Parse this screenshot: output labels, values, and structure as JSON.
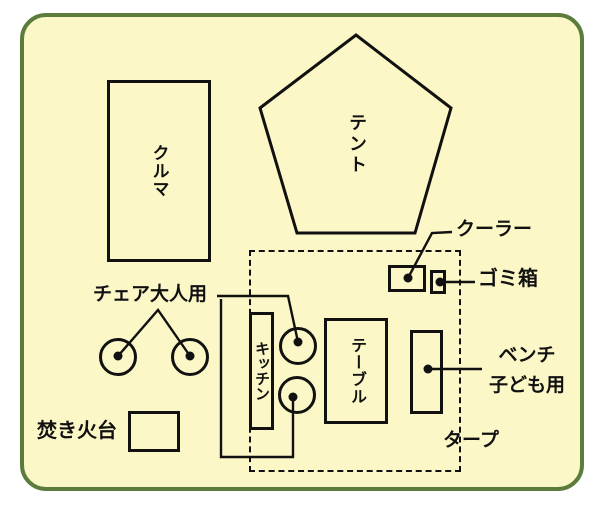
{
  "labels": {
    "car": "クルマ",
    "tent": "テント",
    "tarp": "タープ",
    "kitchen": "キッチン",
    "table": "テーブル",
    "cooler": "クーラー",
    "trash_box": "ゴミ箱",
    "bench_line1": "ベンチ",
    "bench_line2": "子ども用",
    "adult_chairs": "チェア大人用",
    "fire_pit": "焚き火台"
  },
  "colors": {
    "background": "#FFFFFF",
    "panel_fill": "#FBF7C6",
    "panel_border": "#5C7C3C",
    "line": "#111111"
  }
}
